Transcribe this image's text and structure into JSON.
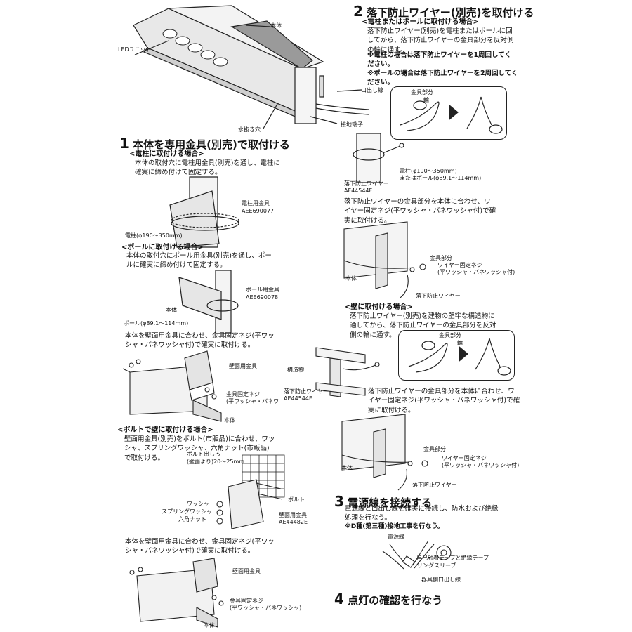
{
  "top_figure": {
    "body": "本体",
    "led_unit": "LEDユニット",
    "lead_wire": "口出し線",
    "ground_terminal": "接地端子",
    "drain_hole": "水抜き穴"
  },
  "step1": {
    "number": "1",
    "title": "本体を専用金具(別売)で取付ける",
    "utility_pole": {
      "heading": "<電柱に取付ける場合>",
      "text": "本体の取付穴に電柱用金具(別売)を通し、電柱に\n確実に締め付けて固定する。",
      "bracket_label": "電柱用金具",
      "bracket_code": "AEE690077",
      "pole_label": "電柱(φ190〜350mm)"
    },
    "pole": {
      "heading": "<ポールに取付ける場合>",
      "text": "本体の取付穴にポール用金具(別売)を通し、ポー\nルに確実に締め付けて固定する。",
      "bracket_label": "ポール用金具",
      "bracket_code": "AEE690078",
      "body_label": "本体",
      "pole_label": "ポール(φ89.1〜114mm)"
    },
    "wall": {
      "text": "本体を壁面用金具に合わせ、金具固定ネジ(平ワッ\nシャ・バネワッシャ付)で確実に取付ける。",
      "bracket_label": "壁面用金具",
      "screw_label_1": "金具固定ネジ",
      "screw_label_2": "(平ワッシャ・バネワ",
      "body_label": "本体"
    },
    "bolt": {
      "heading": "<ボルトで壁に取付ける場合>",
      "text": "壁面用金具(別売)をボルト(市販品)に合わせ、ワッ\nシャ、スプリングワッシャ、六角ナット(市販品)\nで取付ける。",
      "protrusion_1": "ボルト出しろ",
      "protrusion_2": "(壁面より)20〜25mm",
      "bolt_label": "ボルト",
      "washer": "ワッシャ",
      "spring_washer": "スプリングワッシャ",
      "hex_nut": "六角ナット",
      "bracket_label": "壁面用金具",
      "bracket_code": "AE44482E"
    },
    "wall2": {
      "text": "本体を壁面用金具に合わせ、金具固定ネジ(平ワッ\nシャ・バネワッシャ付)で確実に取付ける。",
      "bracket_label": "壁面用金具",
      "screw_label_1": "金具固定ネジ",
      "screw_label_2": "(平ワッシャ・バネワッシャ)",
      "body_label": "本体"
    }
  },
  "step2": {
    "number": "2",
    "title": "落下防止ワイヤー(別売)を取付ける",
    "pole_case": {
      "heading": "<電柱またはポールに取付ける場合>",
      "text": "落下防止ワイヤー(別売)を電柱またはポールに回\nしてから、落下防止ワイヤーの金具部分を反対側\nの輪に通す。",
      "note1": "※電柱の場合は落下防止ワイヤーを1周回してく\n  ださい。",
      "note2": "※ポールの場合は落下防止ワイヤーを2周回してく\n  ださい。",
      "metal_part": "金具部分",
      "ring": "輪",
      "pole_label_1": "電柱(φ190〜350mm)",
      "pole_label_2": "またはポール(φ89.1〜114mm)",
      "wire_label": "落下防止ワイヤー",
      "wire_code": "AF44544F",
      "attach_text": "落下防止ワイヤーの金具部分を本体に合わせ、ワ\nイヤー固定ネジ(平ワッシャ・バネワッシャ付)で確\n実に取付ける。",
      "body_label": "本体",
      "metal_part_2": "金具部分",
      "wire_screw_1": "ワイヤー固定ネジ",
      "wire_screw_2": "(平ワッシャ・バネワッシャ付)",
      "wire_label_2": "落下防止ワイヤー"
    },
    "wall_case": {
      "heading": "<壁に取付ける場合>",
      "text": "落下防止ワイヤー(別売)を建物の堅牢な構造物に\n通してから、落下防止ワイヤーの金具部分を反対\n側の輪に通す。",
      "metal_part": "金具部分",
      "ring": "輪",
      "structure": "構造物",
      "wire_label": "落下防止ワイヤー",
      "wire_code": "AE44544E",
      "attach_text": "落下防止ワイヤーの金具部分を本体に合わせ、ワ\nイヤー固定ネジ(平ワッシャ・バネワッシャ付)で確\n実に取付ける。",
      "metal_part_2": "金具部分",
      "wire_screw_1": "ワイヤー固定ネジ",
      "wire_screw_2": "(平ワッシャ・バネワッシャ付)",
      "body_label": "本体",
      "wire_label_2": "落下防止ワイヤー"
    }
  },
  "step3": {
    "number": "3",
    "title": "電源線を接続する",
    "text": "電源線と口出し線を確実に接続し、防水および絶縁\n処理を行なう。",
    "note": "※D種(第三種)接地工事を行なう。",
    "power_line": "電源線",
    "tape": "自己融着テープと絶縁テープ",
    "ring_sleeve": "リングスリーブ",
    "fixture_lead": "器具側口出し線"
  },
  "step4": {
    "number": "4",
    "title": "点灯の確認を行なう"
  }
}
